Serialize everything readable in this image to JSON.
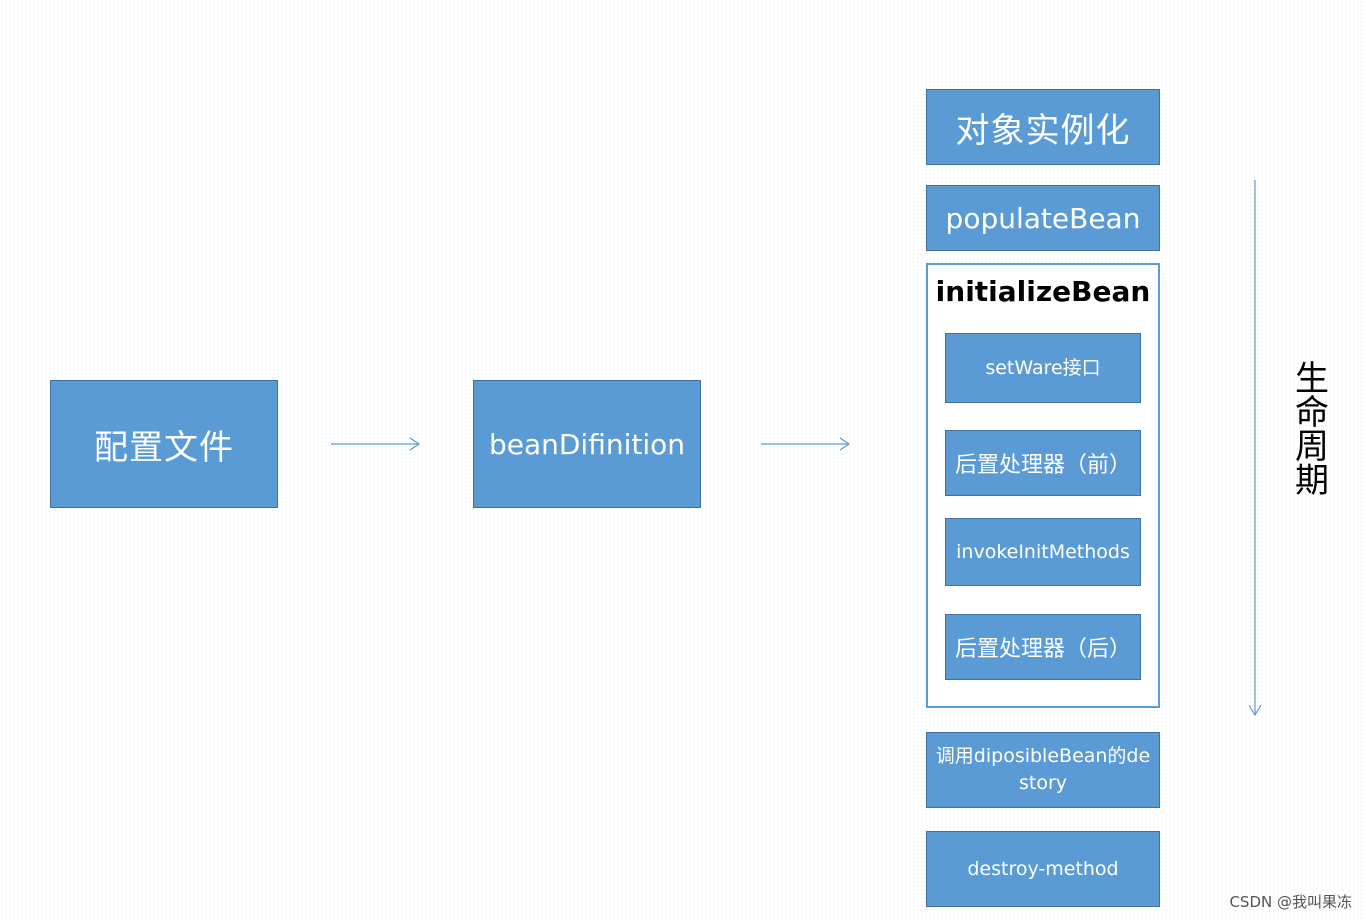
{
  "left_flow": {
    "config_file": "配置文件",
    "bean_definition": "beanDifinition"
  },
  "lifecycle": {
    "instantiate": "对象实例化",
    "populate": "populateBean",
    "initialize": {
      "title": "initializeBean",
      "steps": [
        "setWare接口",
        "后置处理器（前）",
        "invokeInitMethods",
        "后置处理器（后）"
      ]
    },
    "disposable_destroy": "调用diposibleBean的destory",
    "destroy_method": "destroy-method",
    "label": "生命周期"
  },
  "watermark": "CSDN @我叫果冻",
  "colors": {
    "box_fill": "#5b9bd5",
    "box_border": "#41719c",
    "arrow": "#5b9bd5"
  }
}
